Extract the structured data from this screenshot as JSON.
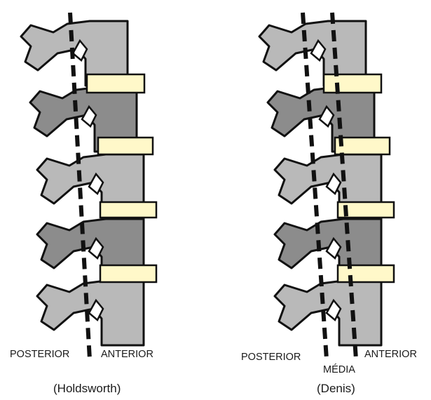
{
  "diagrams": [
    {
      "labels": {
        "posterior": "POSTERIOR",
        "anterior": "ANTERIOR"
      },
      "caption": "(Holdsworth)",
      "column_count": 2
    },
    {
      "labels": {
        "posterior": "POSTERIOR",
        "middle": "MÉDIA",
        "anterior": "ANTERIOR"
      },
      "caption": "(Denis)",
      "column_count": 3
    }
  ],
  "colors": {
    "bone_light": "#b9b9b9",
    "bone_dark": "#8c8c8c",
    "disc": "#fff8c9",
    "outline": "#111111",
    "line": "#111111"
  }
}
